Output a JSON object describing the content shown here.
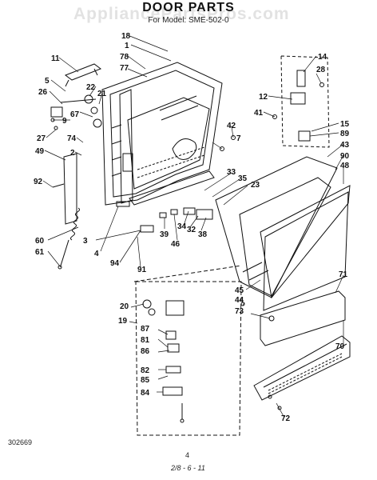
{
  "header": {
    "title": "DOOR PARTS",
    "subtitle": "For Model: SME-502-0",
    "watermark": "AppliancePartsPros.com"
  },
  "footer": {
    "code_left": "302669",
    "page_mark": "4",
    "date_mark": "2/8 - 6 - 11"
  },
  "callouts": [
    "18",
    "1",
    "78",
    "77",
    "11",
    "5",
    "26",
    "22",
    "21",
    "67",
    "9",
    "27",
    "74",
    "2",
    "49",
    "92",
    "60",
    "61",
    "14",
    "28",
    "12",
    "41",
    "42",
    "7",
    "15",
    "89",
    "43",
    "90",
    "48",
    "33",
    "35",
    "23",
    "39",
    "46",
    "34",
    "32",
    "38",
    "3",
    "4",
    "94",
    "91",
    "45",
    "44",
    "73",
    "71",
    "70",
    "72",
    "20",
    "19",
    "87",
    "81",
    "86",
    "82",
    "85",
    "84"
  ],
  "colors": {
    "line": "#111111",
    "watermark": "#9a9a9a"
  }
}
